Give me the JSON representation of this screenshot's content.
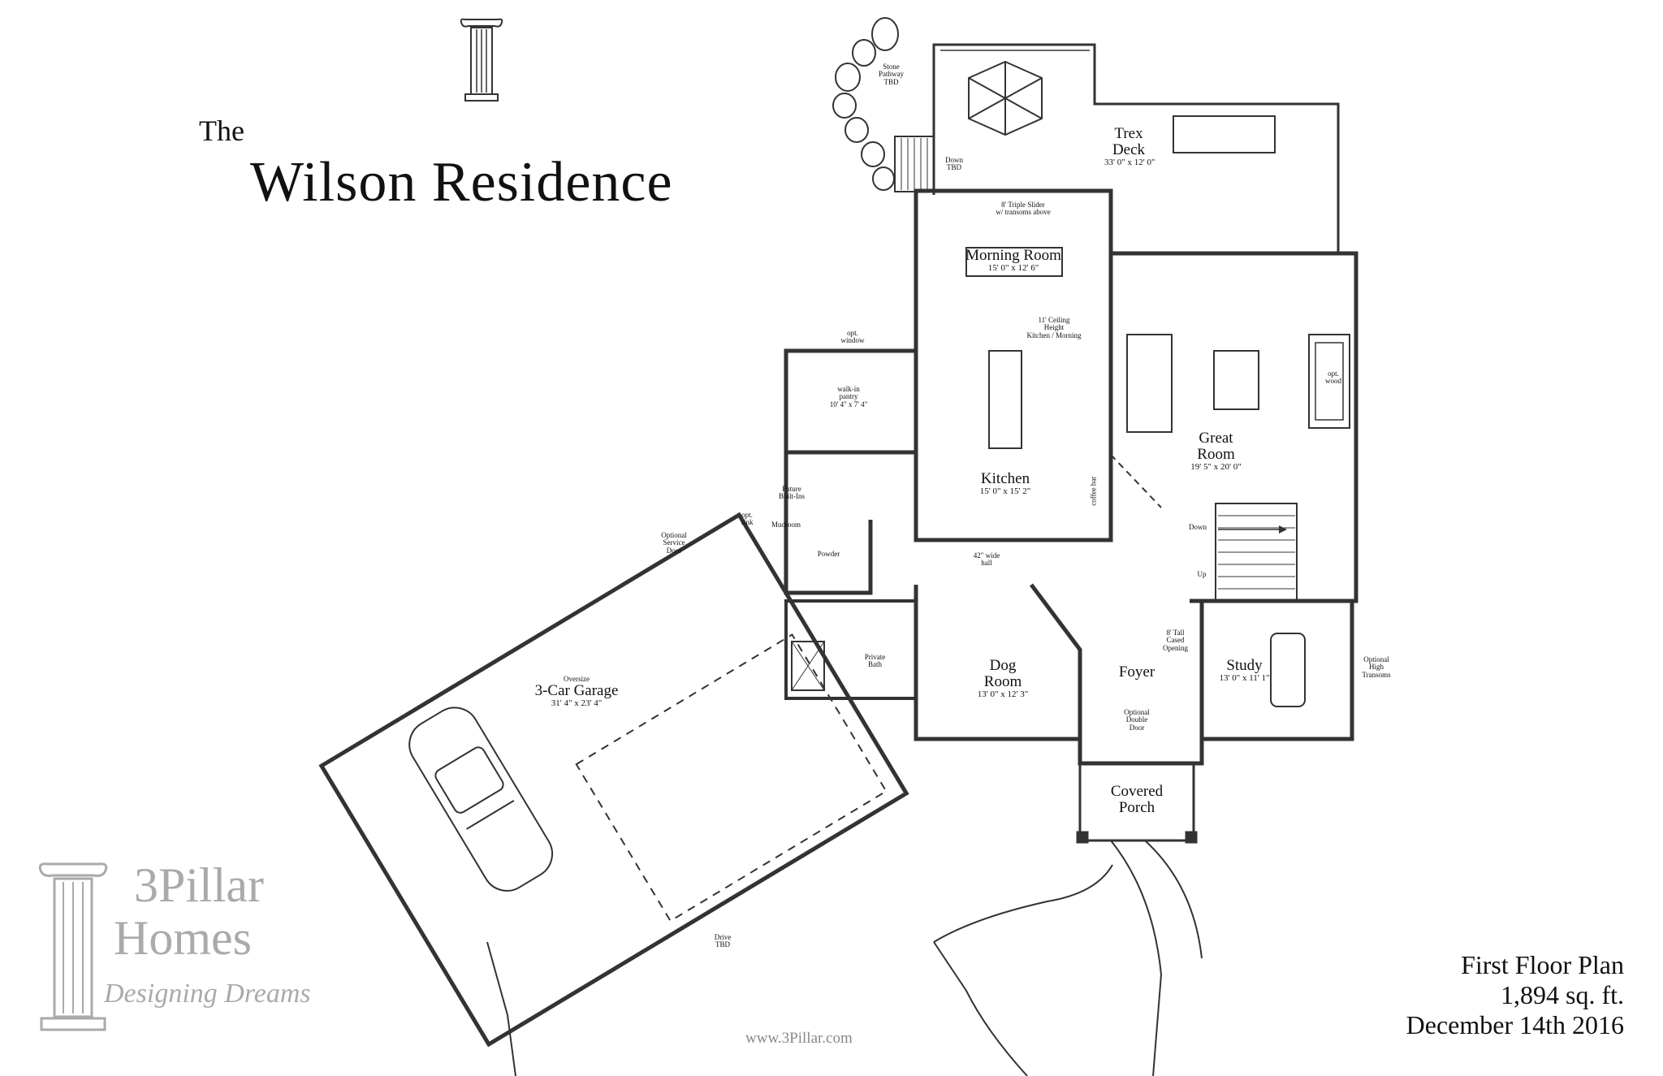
{
  "header": {
    "the": "The",
    "name": "Wilson Residence"
  },
  "rooms": {
    "trex_deck": {
      "name_line1": "Trex",
      "name_line2": "Deck",
      "dims": "33' 0\" x 12' 0\""
    },
    "morning_room": {
      "name": "Morning Room",
      "dims": "15' 0\" x 12' 6\""
    },
    "kitchen": {
      "name": "Kitchen",
      "dims": "15' 0\" x 15' 2\""
    },
    "great_room": {
      "name_line1": "Great",
      "name_line2": "Room",
      "dims": "19' 5\" x 20' 0\""
    },
    "pantry": {
      "name_line1": "walk-in",
      "name_line2": "pantry",
      "dims": "10' 4\" x 7' 4\""
    },
    "garage": {
      "prefix": "Oversize",
      "name": "3-Car Garage",
      "dims": "31' 4\" x 23' 4\""
    },
    "dog_room": {
      "name_line1": "Dog",
      "name_line2": "Room",
      "dims": "13' 0\" x 12' 3\""
    },
    "foyer": {
      "name": "Foyer"
    },
    "study": {
      "name": "Study",
      "dims": "13' 0\" x 11' 1\""
    },
    "covered_porch": {
      "name_line1": "Covered",
      "name_line2": "Porch"
    },
    "mudroom": {
      "name": "Mudroom"
    },
    "powder": {
      "name": "Powder"
    }
  },
  "notes": {
    "stone_pathway": [
      "Stone",
      "Pathway",
      "TBD"
    ],
    "down_tbd": [
      "Down",
      "TBD"
    ],
    "triple_slider": [
      "8' Triple Slider",
      "w/ transoms above"
    ],
    "ceiling_height": [
      "11' Ceiling",
      "Height",
      "Kitchen / Morning"
    ],
    "opt_window": [
      "opt.",
      "window"
    ],
    "opt_wood": [
      "opt.",
      "wood"
    ],
    "coffee_bar": "coffee bar",
    "future_built_ins": [
      "Future",
      "Built-Ins"
    ],
    "opt_sink": [
      "opt.",
      "sink"
    ],
    "optional_service_door": [
      "Optional",
      "Service",
      "Door"
    ],
    "wide_hall": [
      "42\" wide",
      "hall"
    ],
    "down": "Down",
    "up": "Up",
    "cased_opening": [
      "8' Tall",
      "Cased",
      "Opening"
    ],
    "optional_high_transoms": [
      "Optional",
      "High",
      "Transoms"
    ],
    "optional_double_door": [
      "Optional",
      "Double",
      "Door"
    ],
    "private_bath": [
      "Private",
      "Bath"
    ],
    "drive": [
      "Drive",
      "TBD"
    ]
  },
  "logo": {
    "line1": "3Pillar",
    "line2": "Homes",
    "tagline": "Designing Dreams"
  },
  "footer": {
    "plan": "First Floor Plan",
    "area": "1,894 sq. ft.",
    "date": "December 14th 2016",
    "website": "www.3Pillar.com"
  },
  "colors": {
    "wall": "#333333",
    "logo_gray": "#aaaaaa"
  }
}
